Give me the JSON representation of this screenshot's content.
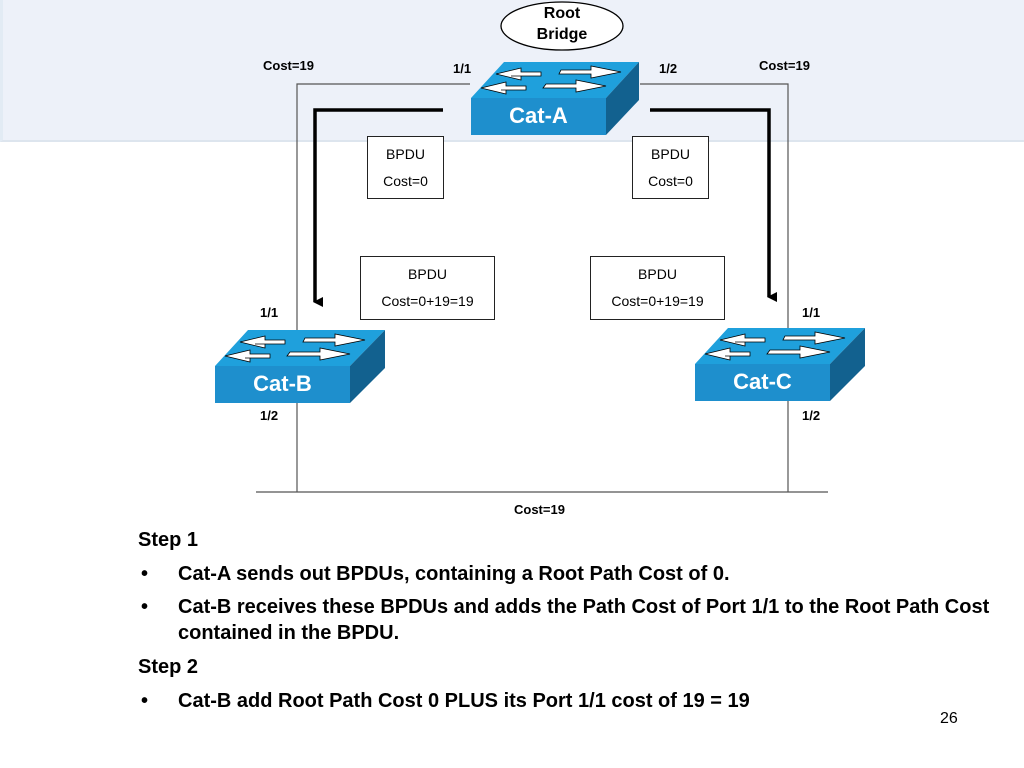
{
  "slide": {
    "page_number": "26",
    "band_color": "#edf1f9"
  },
  "diagram": {
    "root_bridge": {
      "line1": "Root",
      "line2": "Bridge"
    },
    "switches": [
      {
        "id": "cat-a",
        "name": "Cat-A",
        "ports": {
          "left": "1/1",
          "right": "1/2"
        }
      },
      {
        "id": "cat-b",
        "name": "Cat-B",
        "ports": {
          "top": "1/1",
          "bottom": "1/2"
        }
      },
      {
        "id": "cat-c",
        "name": "Cat-C",
        "ports": {
          "top": "1/1",
          "bottom": "1/2"
        }
      }
    ],
    "link_costs": {
      "a_to_b": "Cost=19",
      "a_to_c": "Cost=19",
      "b_to_c": "Cost=19"
    },
    "bpdus": [
      {
        "title": "BPDU",
        "cost": "Cost=0"
      },
      {
        "title": "BPDU",
        "cost": "Cost=0"
      },
      {
        "title": "BPDU",
        "cost": "Cost=0+19=19"
      },
      {
        "title": "BPDU",
        "cost": "Cost=0+19=19"
      }
    ],
    "colors": {
      "switch_top": "#1fa0dc",
      "switch_front": "#1e8fcd",
      "switch_side": "#12618f",
      "switch_text": "#ffffff"
    }
  },
  "steps": [
    {
      "heading": "Step 1",
      "bullets": [
        "Cat-A sends out BPDUs, containing a Root Path Cost of 0.",
        "Cat-B receives these BPDUs and adds the Path Cost of Port 1/1 to the Root Path Cost contained in the BPDU."
      ]
    },
    {
      "heading": "Step 2",
      "bullets": [
        "Cat-B add Root Path Cost 0 PLUS its Port 1/1 cost of 19 = 19"
      ]
    }
  ],
  "bullet_glyph": "•"
}
